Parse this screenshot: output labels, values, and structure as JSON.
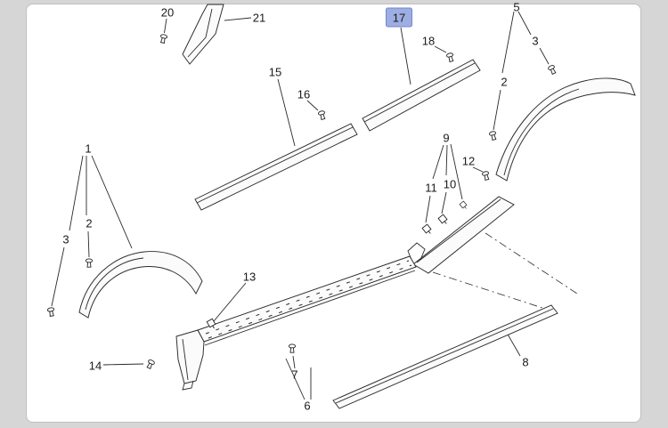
{
  "colors": {
    "highlight_fill": "#9daee3",
    "highlight_border": "#7486cd",
    "line": "#2a2a2a",
    "canvas": "#ffffff",
    "frame": "#d6d6d6"
  },
  "icons": {
    "fastener": "screw-clip",
    "clip": "square-retainer-clip"
  },
  "diagram": {
    "selected_callout": "17"
  },
  "callouts": [
    {
      "id": "20",
      "label": "20",
      "selected": false
    },
    {
      "id": "21",
      "label": "21",
      "selected": false
    },
    {
      "id": "17",
      "label": "17",
      "selected": true
    },
    {
      "id": "18",
      "label": "18",
      "selected": false
    },
    {
      "id": "5",
      "label": "5",
      "selected": false
    },
    {
      "id": "3-right",
      "label": "3",
      "selected": false
    },
    {
      "id": "2-right",
      "label": "2",
      "selected": false
    },
    {
      "id": "15",
      "label": "15",
      "selected": false
    },
    {
      "id": "16",
      "label": "16",
      "selected": false
    },
    {
      "id": "1",
      "label": "1",
      "selected": false
    },
    {
      "id": "9",
      "label": "9",
      "selected": false
    },
    {
      "id": "12",
      "label": "12",
      "selected": false
    },
    {
      "id": "10",
      "label": "10",
      "selected": false
    },
    {
      "id": "11",
      "label": "11",
      "selected": false
    },
    {
      "id": "2-left",
      "label": "2",
      "selected": false
    },
    {
      "id": "3-left",
      "label": "3",
      "selected": false
    },
    {
      "id": "13",
      "label": "13",
      "selected": false
    },
    {
      "id": "14",
      "label": "14",
      "selected": false
    },
    {
      "id": "7",
      "label": "7",
      "selected": false
    },
    {
      "id": "6",
      "label": "6",
      "selected": false
    },
    {
      "id": "8",
      "label": "8",
      "selected": false
    }
  ]
}
